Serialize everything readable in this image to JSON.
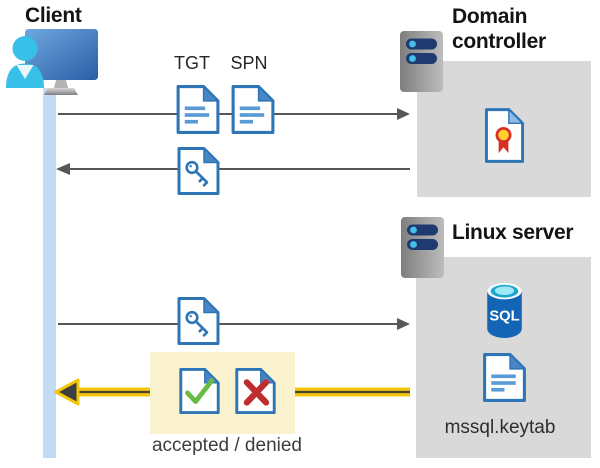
{
  "client": {
    "label": "Client"
  },
  "domain_controller": {
    "label": "Domain controller"
  },
  "linux_server": {
    "label": "Linux server",
    "sql_badge": "SQL",
    "keytab_file": "mssql.keytab"
  },
  "messages": {
    "tgt_label": "TGT",
    "spn_label": "SPN",
    "result_label": "accepted / denied"
  },
  "icons": [
    "client-icon",
    "server-icon",
    "document-ticket-icon",
    "key-document-icon",
    "certificate-icon",
    "sql-database-icon",
    "accepted-check-document-icon",
    "denied-x-document-icon",
    "keytab-file-icon"
  ],
  "colors": {
    "doc_blue": "#2E75B6",
    "doc_fold_blue": "#4A86C6",
    "doc_line_blue": "#5B9BD5",
    "accept_green": "#6ABB45",
    "deny_red": "#BE2E2E",
    "cert_yellow": "#FFD02E",
    "cert_red": "#D93025",
    "arrow_gray": "#575757",
    "arrow_yellow": "#F2C50A",
    "highlight_yellow": "#FBF3CF",
    "panel_gray": "#D9D9D9",
    "lifeline_blue": "#C3DBF5",
    "server_pill_navy": "#1E3A6E",
    "server_dot_cyan": "#45C1E8",
    "sql_cylinder_blue": "#1464B5",
    "person_cyan": "#38C0E8"
  }
}
